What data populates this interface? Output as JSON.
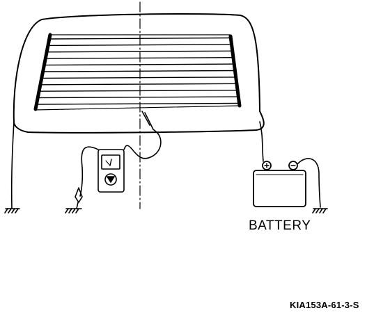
{
  "labels": {
    "battery": "BATTERY",
    "figure_code": "KIA153A-61-3-S"
  },
  "battery_terminals": {
    "positive": "+",
    "negative": "−"
  },
  "grid_line_count": 11,
  "colors": {
    "ink": "#000000",
    "background": "#ffffff"
  }
}
